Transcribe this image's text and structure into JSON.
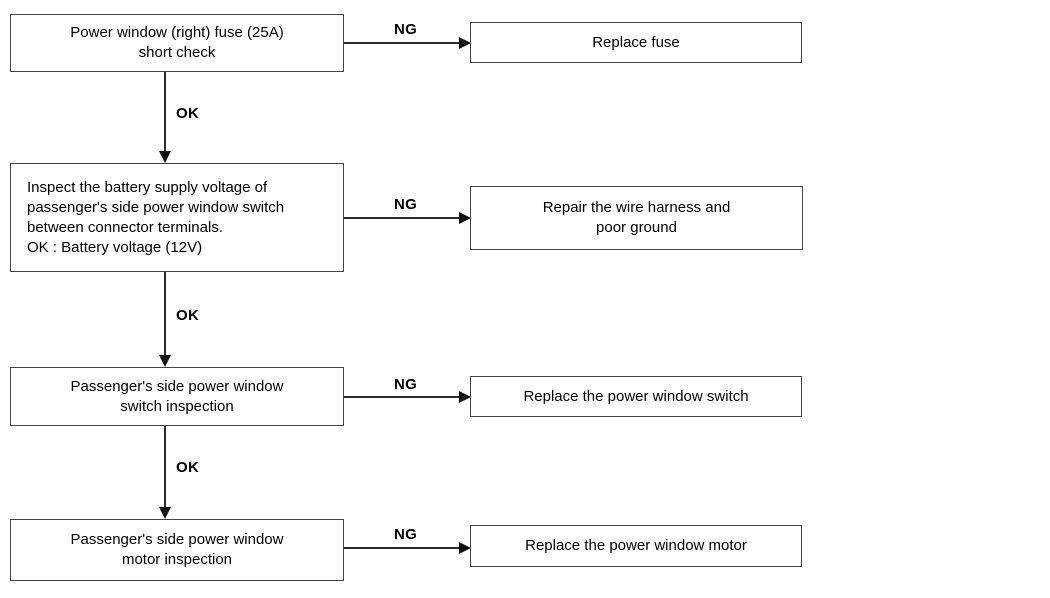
{
  "connectors": {
    "ok_label": "OK",
    "ng_label": "NG"
  },
  "colors": {
    "background": "#ffffff",
    "box_border": "#444444",
    "line": "#2b2b2b",
    "text": "#000000"
  },
  "steps": [
    {
      "check": "Power window (right) fuse (25A)\nshort check",
      "ng_action": "Replace fuse"
    },
    {
      "check": "Inspect the battery supply voltage of\npassenger's side power window switch\nbetween connector terminals.\nOK : Battery voltage (12V)",
      "ng_action": "Repair the wire harness and\npoor ground"
    },
    {
      "check": "Passenger's side power window\nswitch inspection",
      "ng_action": "Replace the power window switch"
    },
    {
      "check": "Passenger's side power window\nmotor inspection",
      "ng_action": "Replace the power window motor"
    }
  ]
}
